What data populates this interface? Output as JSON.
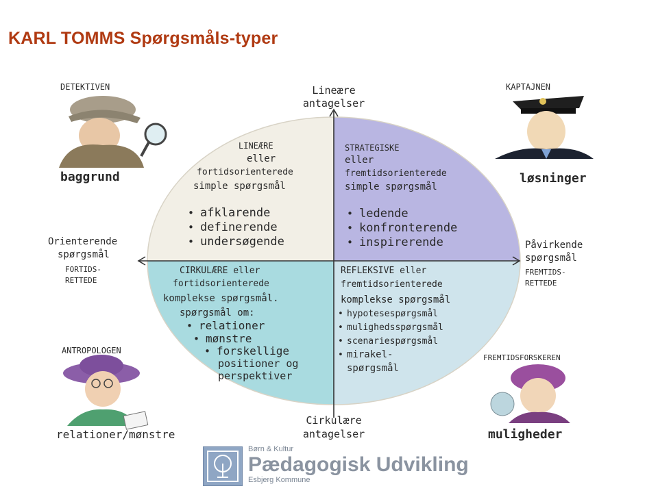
{
  "title": "KARL TOMMS  Spørgsmåls-typer",
  "axes": {
    "top": [
      "Lineære",
      "antagelser"
    ],
    "bottom": [
      "Cirkulære",
      "antagelser"
    ],
    "left": [
      "Orienterende",
      "spørgsmål",
      "FORTIDS-",
      "RETTEDE"
    ],
    "right": [
      "Påvirkende",
      "spørgsmål",
      "FREMTIDS-",
      "RETTEDE"
    ]
  },
  "quadrants": {
    "top_left": {
      "heading": [
        "LINEÆRE",
        "eller",
        "fortidsorienterede",
        "simple spørgsmål"
      ],
      "items": [
        "afklarende",
        "definerende",
        "undersøgende"
      ],
      "color": "#f2efe6"
    },
    "top_right": {
      "heading": [
        "STRATEGISKE",
        "eller",
        "fremtidsorienterede",
        "simple spørgsmål"
      ],
      "items": [
        "ledende",
        "konfronterende",
        "inspirerende"
      ],
      "color": "#b9b6e2"
    },
    "bottom_left": {
      "heading": [
        "CIRKULÆRE  eller",
        "fortidsorienterede",
        "komplekse spørgsmål.",
        "spørgsmål om:"
      ],
      "items": [
        "relationer",
        "mønstre",
        "forskellige",
        "positioner og",
        "perspektiver"
      ],
      "color": "#a9dbe0"
    },
    "bottom_right": {
      "heading": [
        "REFLEKSIVE eller",
        "fremtidsorienterede",
        "komplekse spørgsmål"
      ],
      "items": [
        "hypotesespørgsmål",
        "mulighedsspørgsmål",
        "scenariespørgsmål",
        "mirakel-",
        "spørgsmål"
      ],
      "color": "#cfe4ec"
    }
  },
  "characters": {
    "detective": {
      "name": "DETEKTIVEN",
      "caption": "baggrund"
    },
    "captain": {
      "name": "KAPTAJNEN",
      "caption": "løsninger"
    },
    "anthropologist": {
      "name": "ANTROPOLOGEN",
      "caption": "relationer/mønstre"
    },
    "futurist": {
      "name": "FREMTIDSFORSKEREN",
      "caption": "muligheder"
    }
  },
  "logo": {
    "line1": "Børn & Kultur",
    "line2": "Pædagogisk Udvikling",
    "line3": "Esbjerg Kommune"
  }
}
